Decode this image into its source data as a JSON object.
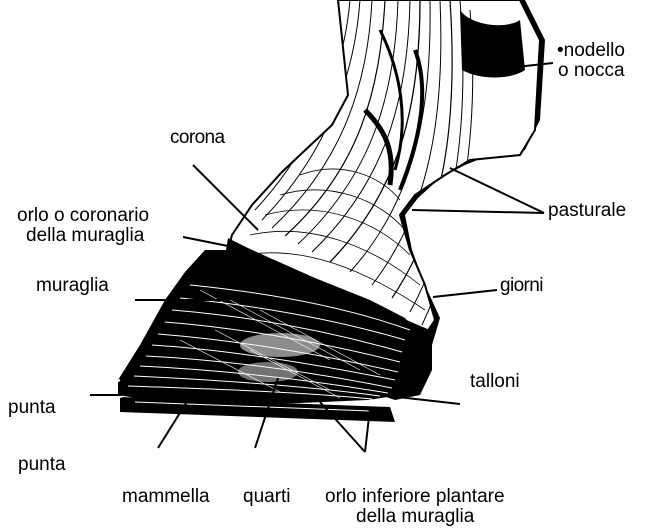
{
  "labels": {
    "nodello": "•nodello",
    "nocca": "o nocca",
    "corona": "corona",
    "orlo_coronario_1": "orlo o coronario",
    "orlo_coronario_2": "della muraglia",
    "pasturale": "pasturale",
    "muraglia": "muraglia",
    "giorni": "giorni",
    "talloni": "talloni",
    "punta_1": "punta",
    "punta_2": "punta",
    "mammella": "mammella",
    "quarti": "quarti",
    "orlo_inferiore_1": "orlo inferiore plantare",
    "orlo_inferiore_2": "della muraglia"
  },
  "colors": {
    "ink": "#000000",
    "paper": "#ffffff"
  }
}
